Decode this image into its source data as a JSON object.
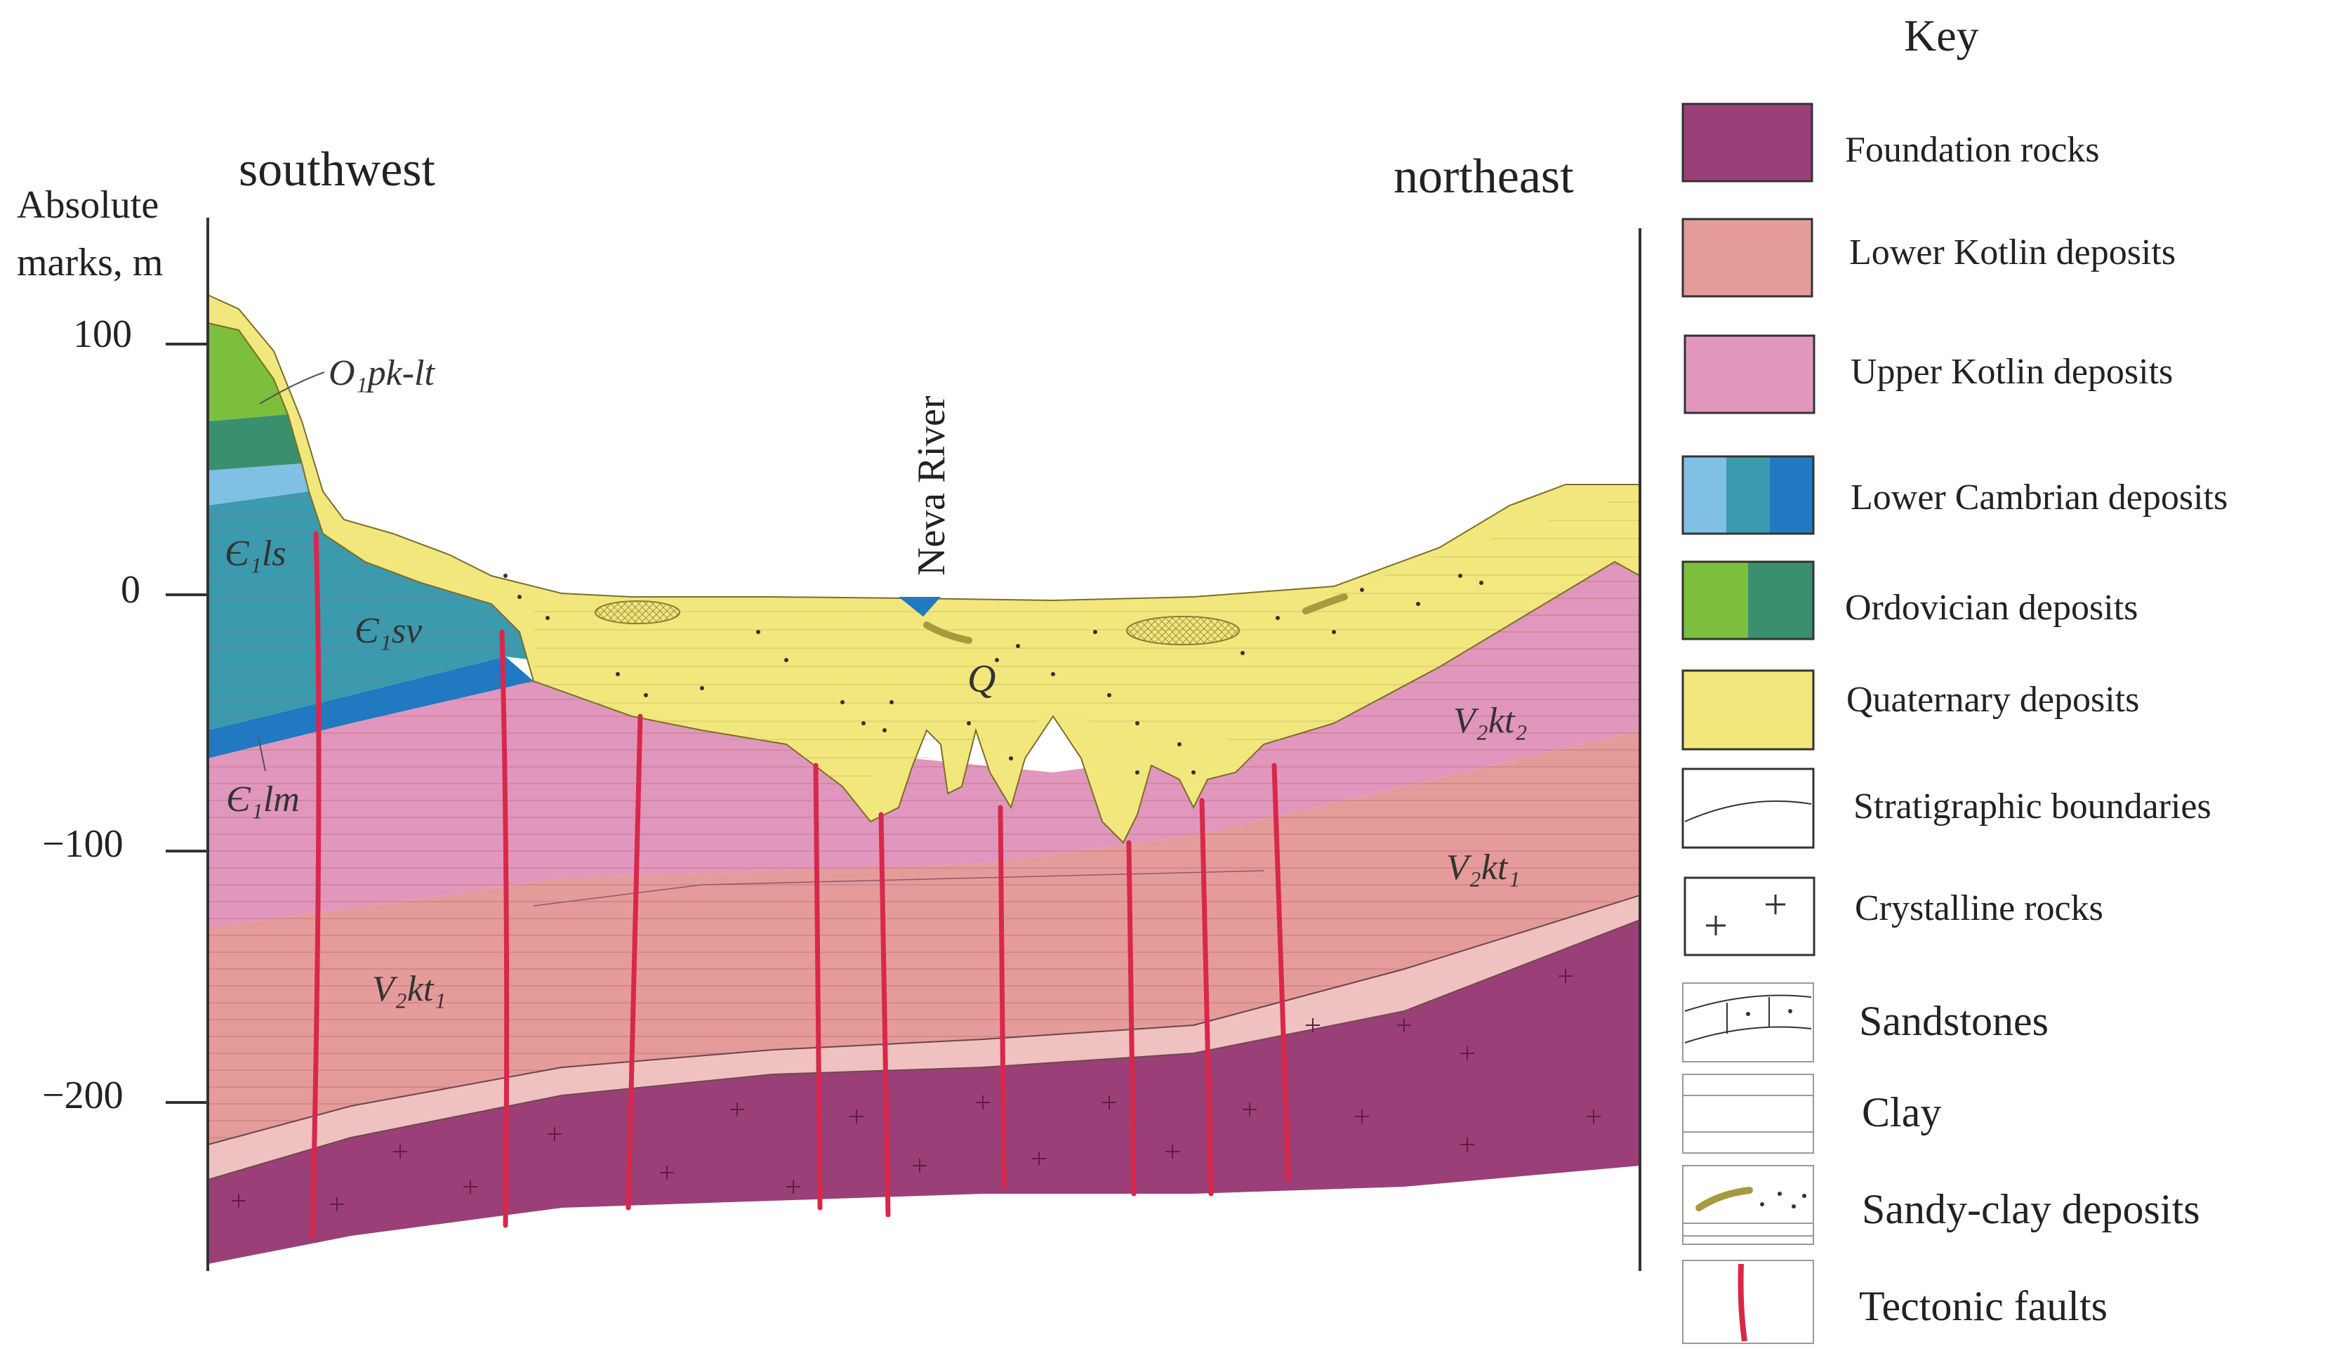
{
  "axis": {
    "label_line1": "Absolute",
    "label_line2": "marks, m",
    "ticks": [
      "100",
      "0",
      "−100",
      "−200"
    ]
  },
  "directions": {
    "left": "southwest",
    "right": "northeast"
  },
  "river": "Neva River",
  "formations": {
    "o_pk_lt": "O₁pk-lt",
    "c_ls": "Є₁ls",
    "c_sv": "Є₁sv",
    "c_lm": "Є₁lm",
    "q": "Q",
    "v_kt2": "V₂kt₂",
    "v_kt1_right": "V₂kt₁",
    "v_kt1_left": "V₂kt₁"
  },
  "key": {
    "title": "Key",
    "items": [
      {
        "label": "Foundation rocks",
        "swatch": "foundation"
      },
      {
        "label": "Lower Kotlin deposits",
        "swatch": "lower-kotlin"
      },
      {
        "label": "Upper Kotlin deposits",
        "swatch": "upper-kotlin"
      },
      {
        "label": "Lower Cambrian deposits",
        "swatch": "lower-cambrian"
      },
      {
        "label": "Ordovician deposits",
        "swatch": "ordovician"
      },
      {
        "label": "Quaternary deposits",
        "swatch": "quaternary"
      },
      {
        "label": "Stratigraphic boundaries",
        "swatch": "strat-boundary"
      },
      {
        "label": "Crystalline rocks",
        "swatch": "crystalline"
      },
      {
        "label": "Sandstones",
        "swatch": "sandstone"
      },
      {
        "label": "Clay",
        "swatch": "clay"
      },
      {
        "label": "Sandy-clay deposits",
        "swatch": "sandy-clay"
      },
      {
        "label": "Tectonic faults",
        "swatch": "fault"
      }
    ]
  },
  "colors": {
    "foundation": "#9b3f78",
    "lower_kotlin": "#e69b9b",
    "upper_kotlin": "#e197bd",
    "cambrian_light": "#7fc0e4",
    "cambrian_mid": "#3a9aae",
    "cambrian_dark": "#2079c1",
    "ordovician_light": "#7bbf3c",
    "ordovician_dark": "#3a906e",
    "quaternary": "#f2e77c",
    "fault": "#d8284a"
  }
}
